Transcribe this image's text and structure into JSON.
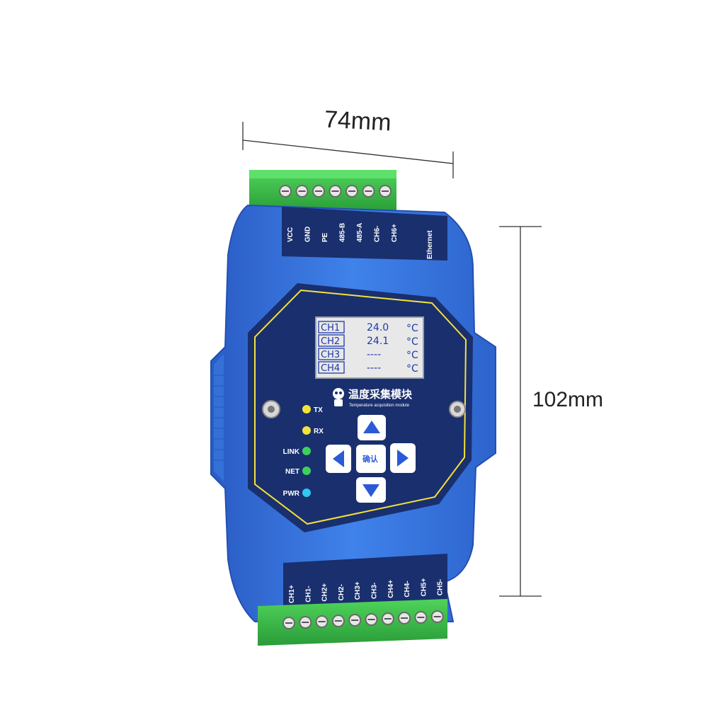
{
  "dimensions": {
    "width": "74mm",
    "height": "102mm"
  },
  "top_terminals": [
    "VCC",
    "GND",
    "PE",
    "485-B",
    "485-A",
    "CH6-",
    "CH6+"
  ],
  "ethernet_label": "Ethernet",
  "display": {
    "rows": [
      {
        "channel": "CH1",
        "value": "24.0",
        "unit": "°C"
      },
      {
        "channel": "CH2",
        "value": "24.1",
        "unit": "°C"
      },
      {
        "channel": "CH3",
        "value": "----",
        "unit": "°C"
      },
      {
        "channel": "CH4",
        "value": "----",
        "unit": "°C"
      }
    ]
  },
  "brand": {
    "title_cn": "温度采集模块",
    "subtitle": "Temperature acquisition module"
  },
  "leds": [
    {
      "label": "TX",
      "color": "#f2e23a"
    },
    {
      "label": "RX",
      "color": "#f2e23a"
    },
    {
      "label": "LINK",
      "color": "#3cd15a"
    },
    {
      "label": "NET",
      "color": "#3cd15a"
    },
    {
      "label": "PWR",
      "color": "#2ec8f0"
    }
  ],
  "keypad": {
    "confirm_label": "确认"
  },
  "bottom_terminals": [
    "CH1+",
    "CH1-",
    "CH2+",
    "CH2-",
    "CH3+",
    "CH3-",
    "CH4+",
    "CH4-",
    "CH5+",
    "CH5-"
  ],
  "colors": {
    "housing": "#3a78e0",
    "panel": "#1a2f6e",
    "terminal": "#3cc24a",
    "accent": "#f2e23a"
  }
}
